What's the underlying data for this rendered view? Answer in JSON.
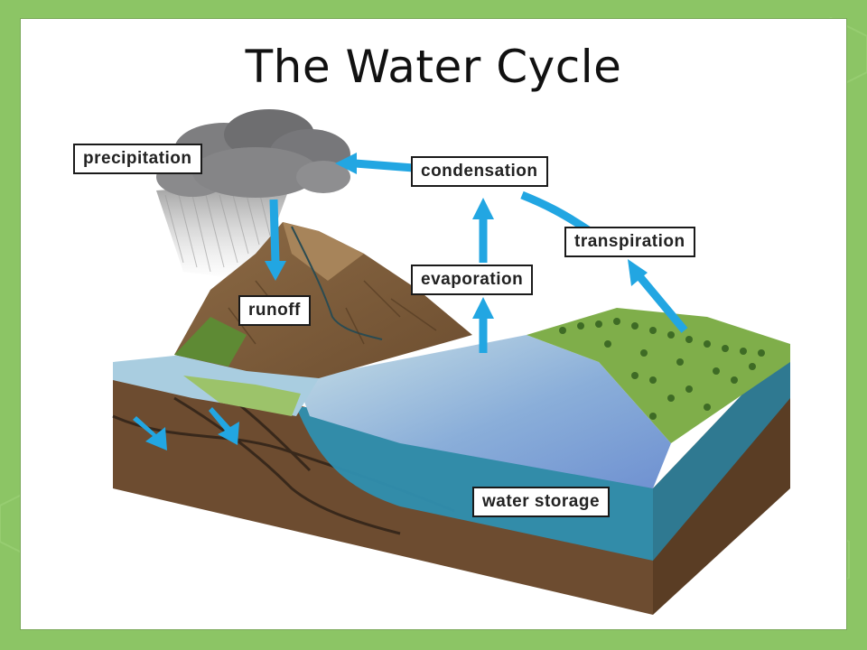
{
  "slide": {
    "title": "The Water Cycle"
  },
  "labels": {
    "precipitation": "precipitation",
    "condensation": "condensation",
    "transpiration": "transpiration",
    "evaporation": "evaporation",
    "runoff": "runoff",
    "water_storage": "water storage"
  },
  "colors": {
    "background": "#8cc565",
    "arrow": "#22a6e2",
    "water": "#2f8fb0",
    "soil": "#7a5536",
    "grass": "#6d9f3c"
  }
}
